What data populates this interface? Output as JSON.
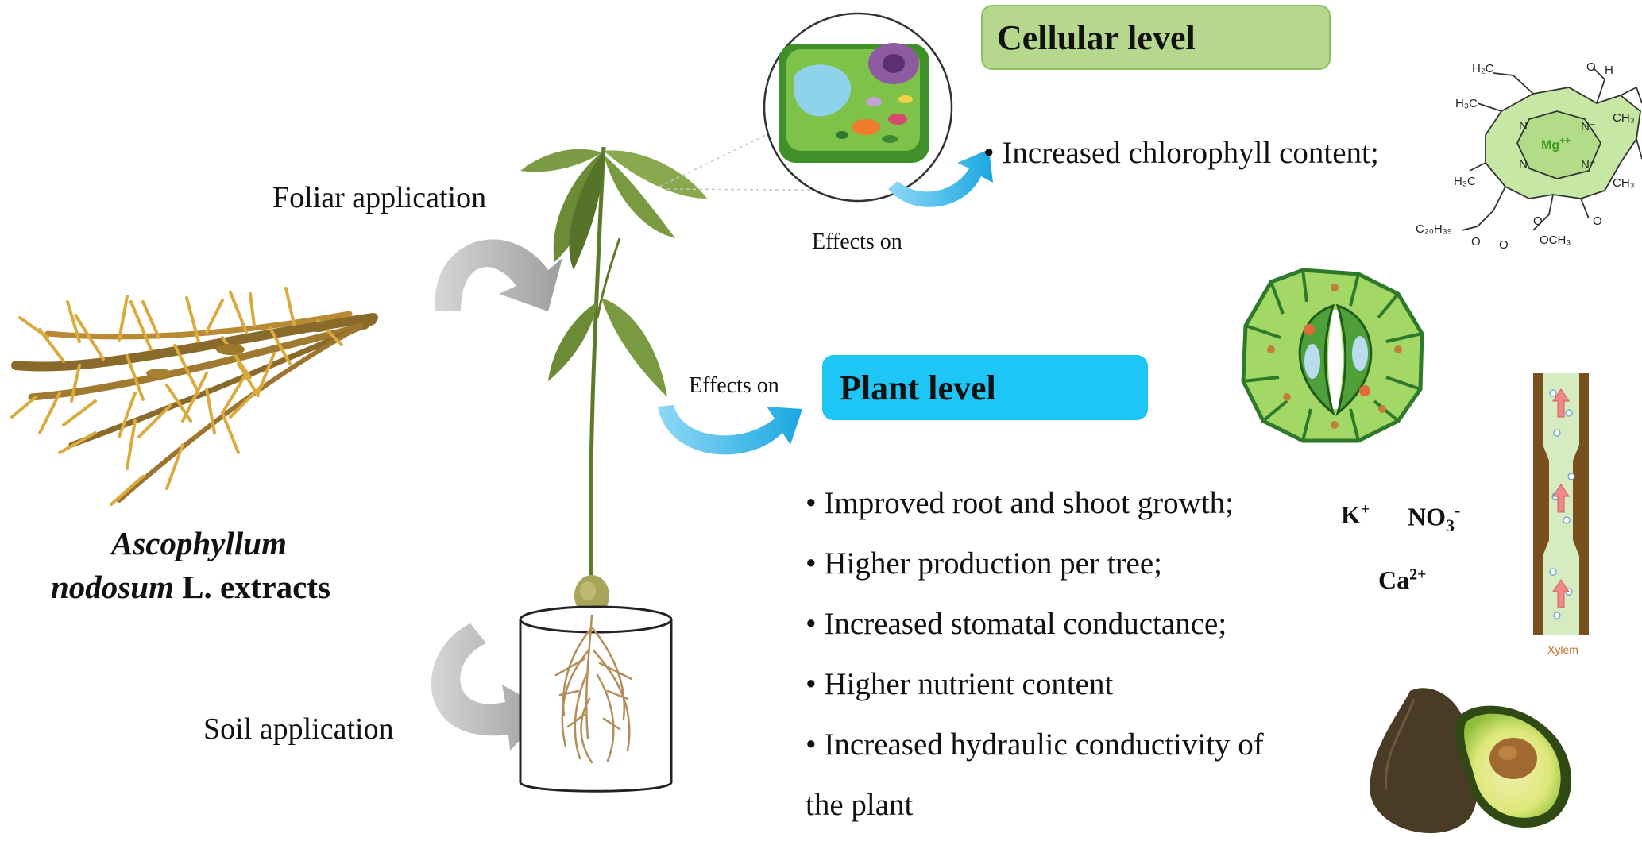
{
  "application": {
    "foliar": "Foliar application",
    "soil": "Soil application"
  },
  "extract": {
    "line1": "Ascophyllum",
    "line2_italic": "nodosum",
    "line2_rest": " L. extracts"
  },
  "cellular": {
    "title": "Cellular level",
    "effects_label": "Effects on",
    "bullets": [
      "• Increased chlorophyll content;"
    ]
  },
  "plant": {
    "title": "Plant level",
    "effects_label": "Effects on",
    "bullets": [
      "• Improved root and shoot growth;",
      "• Higher production per tree;",
      "• Increased stomatal conductance;",
      "• Higher nutrient content",
      "• Increased hydraulic conductivity of",
      "the plant"
    ]
  },
  "ions": {
    "potassium": "K",
    "potassium_charge": "+",
    "nitrate": "NO",
    "nitrate_sub": "3",
    "nitrate_charge": "-",
    "calcium": "Ca",
    "calcium_charge": "2+"
  },
  "xylem": {
    "label": "Xylem"
  },
  "chlorophyll": {
    "metal": "Mg",
    "metal_charge": "++",
    "labels": [
      "H₂C",
      "O",
      "H",
      "H₃C",
      "CH₃",
      "N",
      "N⁻",
      "N",
      "N⁻",
      "H₃C",
      "CH₃",
      "C₂₀H₃₉",
      "O",
      "O",
      "O",
      "OCH₃",
      "O"
    ]
  },
  "colors": {
    "cellular_banner": "#b5d88e",
    "plant_banner": "#1ec6f5",
    "arrow_blue": "#2fb3e6",
    "arrow_gray": "#b7b7b7",
    "seaweed": "#d4a63b",
    "leaf": "#6f8f3c",
    "xylem_wall": "#7a4f1e",
    "xylem_fill": "#d6ecc0",
    "xylem_label": "#c0712a"
  },
  "icons": [
    "seaweed-icon",
    "avocado-plant-icon",
    "pot-icon",
    "plant-cell-icon",
    "chlorophyll-molecule-icon",
    "stomata-icon",
    "xylem-vessel-icon",
    "avocado-fruit-icon",
    "curved-arrow-icon"
  ]
}
